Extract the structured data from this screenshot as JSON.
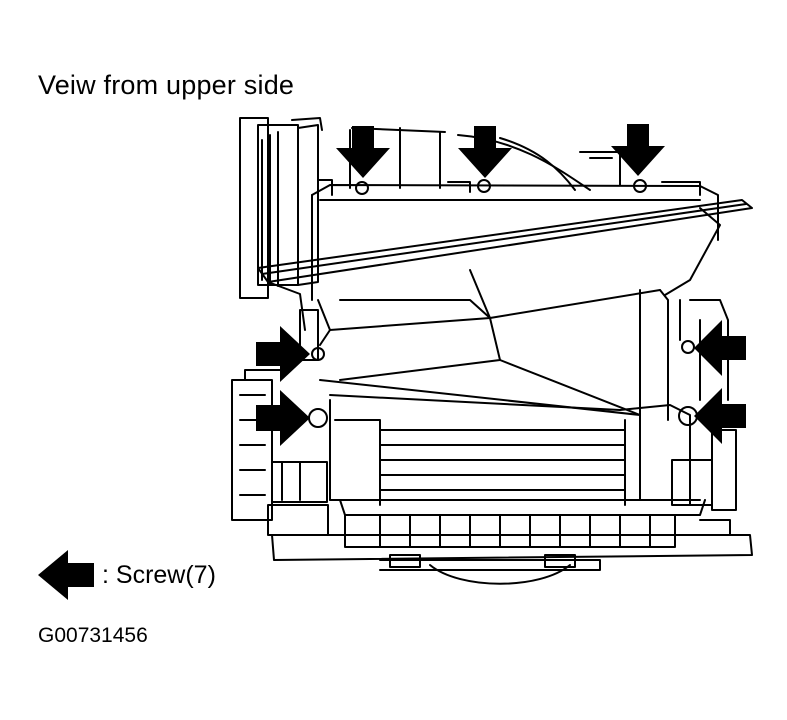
{
  "title": "Veiw from upper side",
  "legend": {
    "label": ": Screw(7)",
    "icon": "arrow-left-icon"
  },
  "figure_id": "G00731456",
  "screw_count": 7,
  "colors": {
    "line": "#000000",
    "background": "#ffffff"
  }
}
